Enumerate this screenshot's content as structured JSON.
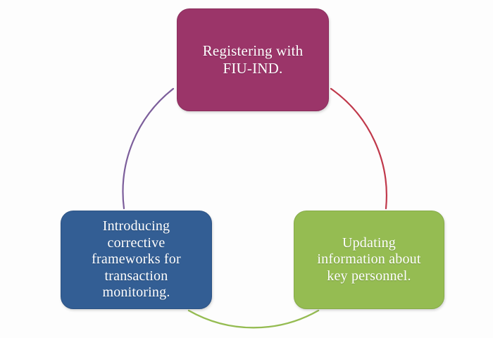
{
  "diagram": {
    "type": "cycle",
    "title": "",
    "background_color": "#fdfdfd",
    "nodes": [
      {
        "id": "register",
        "label": "Registering with\nFIU-IND.",
        "color": "#9B3569",
        "text_color": "#ffffff",
        "position": "top"
      },
      {
        "id": "corrective",
        "label": "Introducing\ncorrective\nframeworks for\ntransaction\nmonitoring.",
        "color": "#335E94",
        "text_color": "#ffffff",
        "position": "bottom-left"
      },
      {
        "id": "updating",
        "label": "Updating\ninformation about\nkey personnel.",
        "color": "#95BC52",
        "text_color": "#ffffff",
        "position": "bottom-right"
      }
    ],
    "connectors": [
      {
        "id": "arc-register-to-corrective",
        "from": "register",
        "to": "corrective",
        "color": "#7C5E9B",
        "side": "left"
      },
      {
        "id": "arc-register-to-updating",
        "from": "register",
        "to": "updating",
        "color": "#C0394B",
        "side": "right"
      },
      {
        "id": "arc-corrective-to-updating",
        "from": "corrective",
        "to": "updating",
        "color": "#95BC52",
        "side": "bottom"
      }
    ]
  }
}
